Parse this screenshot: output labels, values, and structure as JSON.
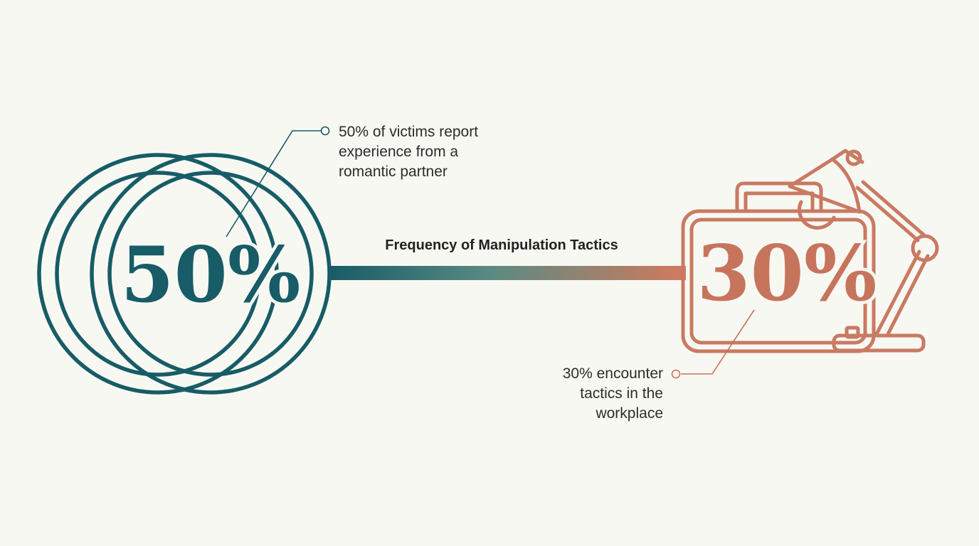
{
  "connector": {
    "title": "Frequency of Manipulation Tactics"
  },
  "left": {
    "stat": "50%",
    "icon": "interlocking-rings-icon",
    "callout_lines": [
      "50% of victims report",
      "experience from a",
      "romantic partner"
    ],
    "color": "#175c66"
  },
  "right": {
    "stat": "30%",
    "icon": "briefcase-with-desk-lamp-icon",
    "callout_lines": [
      "30% encounter",
      "tactics in the",
      "workplace"
    ],
    "color": "#c7745c"
  },
  "colors": {
    "background": "#f8f8f3",
    "text": "#2c2c2c"
  }
}
